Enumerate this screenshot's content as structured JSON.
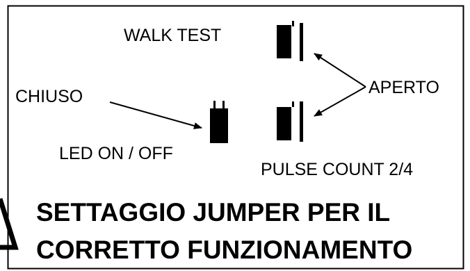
{
  "labels": {
    "walk_test": "WALK TEST",
    "chiuso": "CHIUSO",
    "aperto": "APERTO",
    "led_on_off": "LED ON / OFF",
    "pulse_count": "PULSE COUNT 2/4"
  },
  "title": {
    "line1": "SETTAGGIO JUMPER PER IL",
    "line2": "CORRETTO FUNZIONAMENTO"
  },
  "jumpers": [
    {
      "name": "walk-test",
      "state": "APERTO"
    },
    {
      "name": "led-on-off",
      "state": "CHIUSO"
    },
    {
      "name": "pulse-count",
      "state": "APERTO"
    }
  ],
  "colors": {
    "ink": "#000000",
    "background": "#ffffff"
  }
}
